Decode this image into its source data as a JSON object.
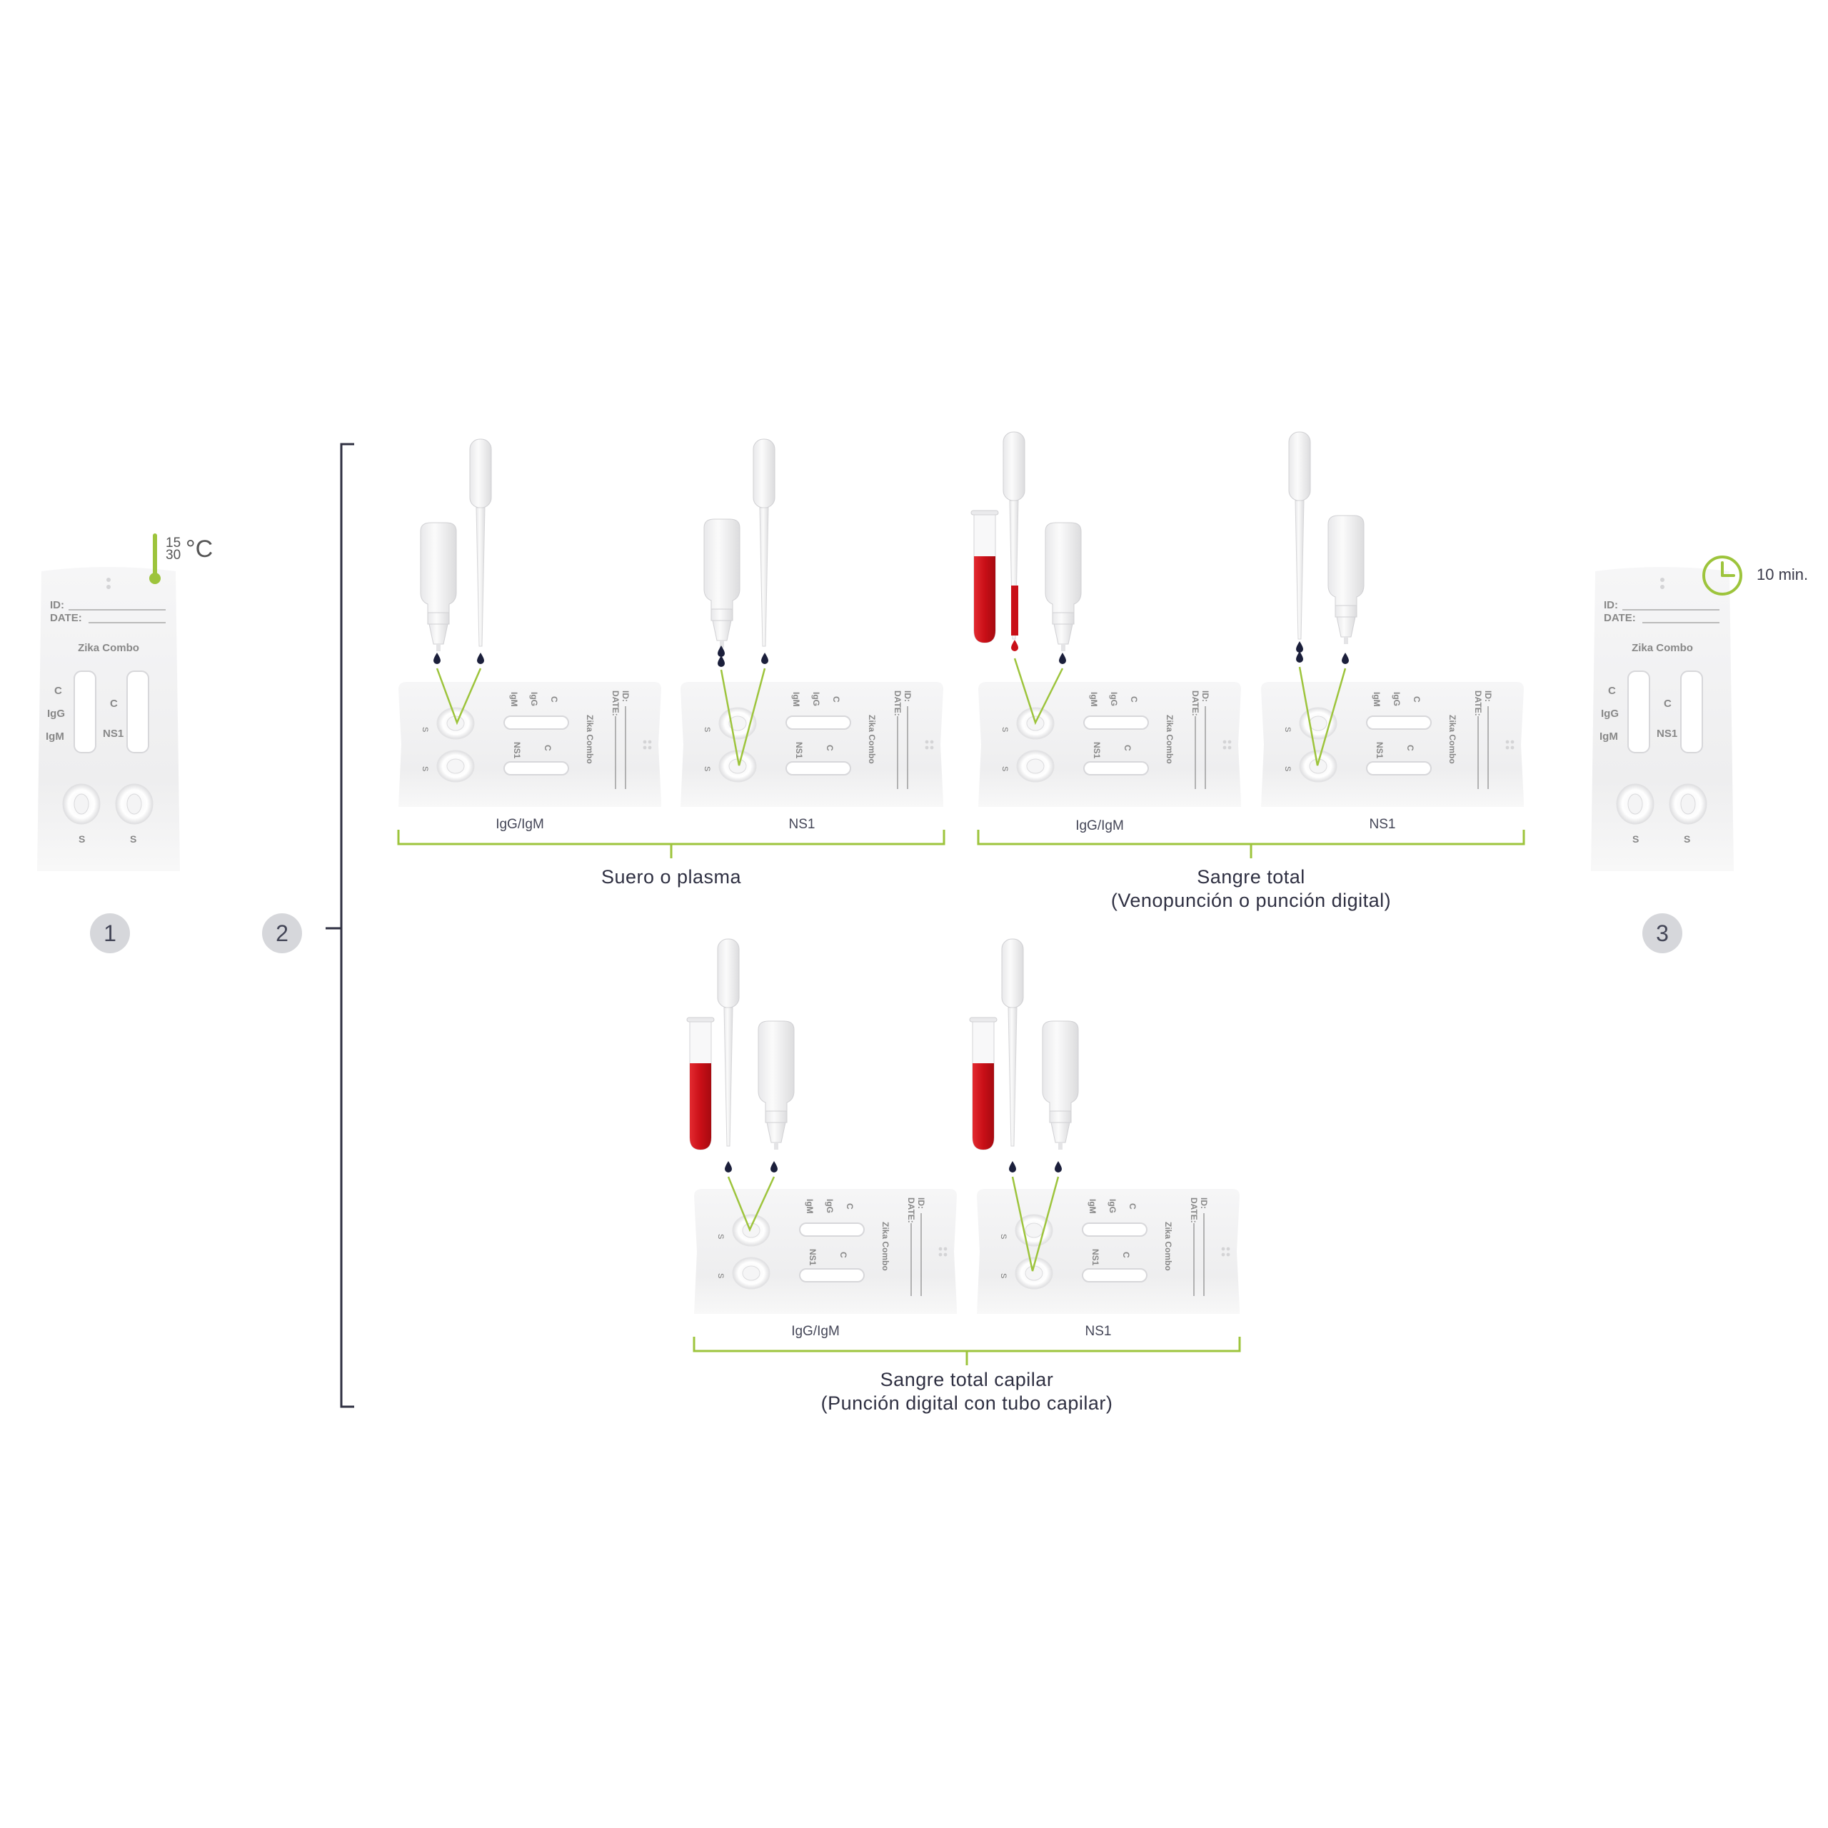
{
  "steps": [
    "1",
    "2",
    "3"
  ],
  "temperature": {
    "low": "15",
    "high": "30",
    "unit": "°C"
  },
  "timer": {
    "label": "10 min."
  },
  "device": {
    "id_label": "ID:",
    "date_label": "DATE:",
    "name": "Zika Combo",
    "c": "C",
    "igg": "IgG",
    "igm": "IgM",
    "ns1": "NS1",
    "s": "S"
  },
  "groups": [
    {
      "title": "Suero o plasma",
      "left_label": "IgG/IgM",
      "right_label": "NS1"
    },
    {
      "title": "Sangre total",
      "subtitle": "(Venopunción o punción digital)",
      "left_label": "IgG/IgM",
      "right_label": "NS1"
    },
    {
      "title": "Sangre total capilar",
      "subtitle": "(Punción digital con tubo capilar)",
      "left_label": "IgG/IgM",
      "right_label": "NS1"
    }
  ],
  "colors": {
    "accent": "#9dc43c",
    "blood": "#d0141c",
    "bracket": "#2f3042",
    "drop": "#1b1f3b",
    "circle": "#d6d7db"
  }
}
